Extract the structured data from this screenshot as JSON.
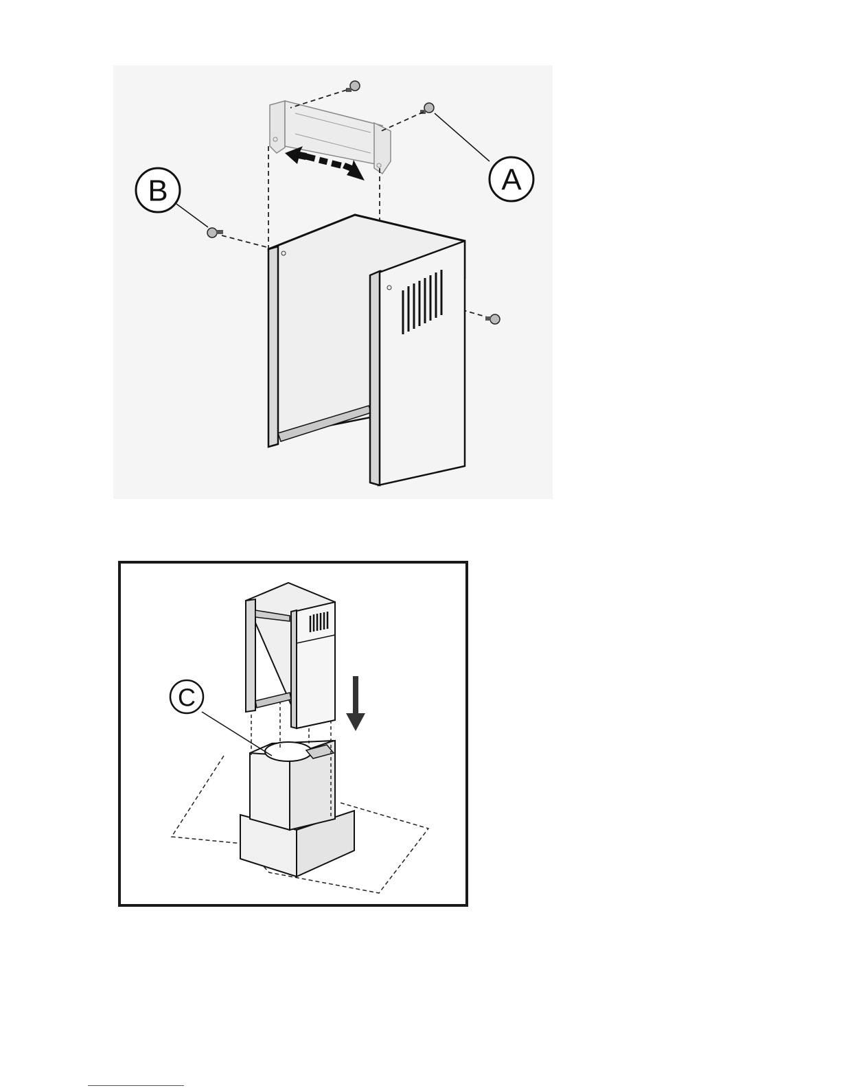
{
  "figures": {
    "top": {
      "callouts": {
        "a": "A",
        "b": "B"
      }
    },
    "bottom": {
      "callouts": {
        "c": "C"
      }
    }
  },
  "colors": {
    "line": "#111111",
    "panel_fill": "#f3f3f3",
    "panel_shade": "#d9d9d9",
    "bracket_fill": "#e8e8e8"
  }
}
